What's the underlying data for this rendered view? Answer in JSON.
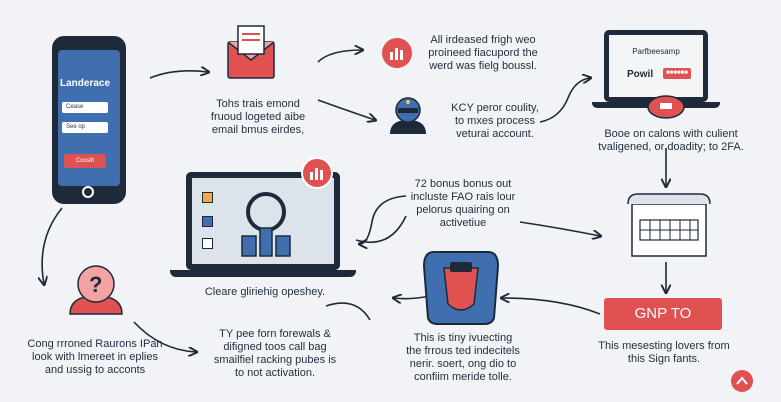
{
  "phone": {
    "title": "Landerace",
    "field1": "Cease",
    "field2": "See op",
    "button": "Cosslh"
  },
  "laptop_right": {
    "line1": "Parfbeesamp",
    "line2": "Powil",
    "chip": "■■■■■■"
  },
  "cta_button": "GNP TO",
  "texts": {
    "email": [
      "Tohs trais emond",
      "fruoud logeted aibe",
      "email bmus eirdes,"
    ],
    "top_right_mid": [
      "All irdeased frigh weo",
      "proineed fiacupord the",
      "werd was fielg boussl."
    ],
    "kcy": [
      "KCY peror coulity,",
      "to mxes process",
      "veturai account."
    ],
    "boo": [
      "Booe on calons with culient",
      "tvaligened, or doadity; to 2FA."
    ],
    "bonus": [
      "72 bonus bonus out",
      "incluste FAO rais lour",
      "pelorus quairing on",
      "activetiue"
    ],
    "clear": [
      "Cleare gliriehig opeshey."
    ],
    "cong": [
      "Cong rrroned Raurons IPan",
      "look with lmereet in eplies",
      "and ussig to acconts"
    ],
    "ty": [
      "TY pee forn forewals &",
      "difigned toos call bag",
      "smailfiel racking pubes is",
      "to not activation."
    ],
    "this": [
      "This is tiny ivuecting",
      "the frrous ted indecitels",
      "nerir. soert, ong dio to",
      "confiim meride tolle."
    ],
    "mesest": [
      "This mesesting lovers from",
      "this Sign fants."
    ]
  },
  "colors": {
    "accent": "#e05252",
    "dark": "#1e2a3a",
    "screen_blue": "#3f6fae",
    "background": "#f1f3f6"
  }
}
